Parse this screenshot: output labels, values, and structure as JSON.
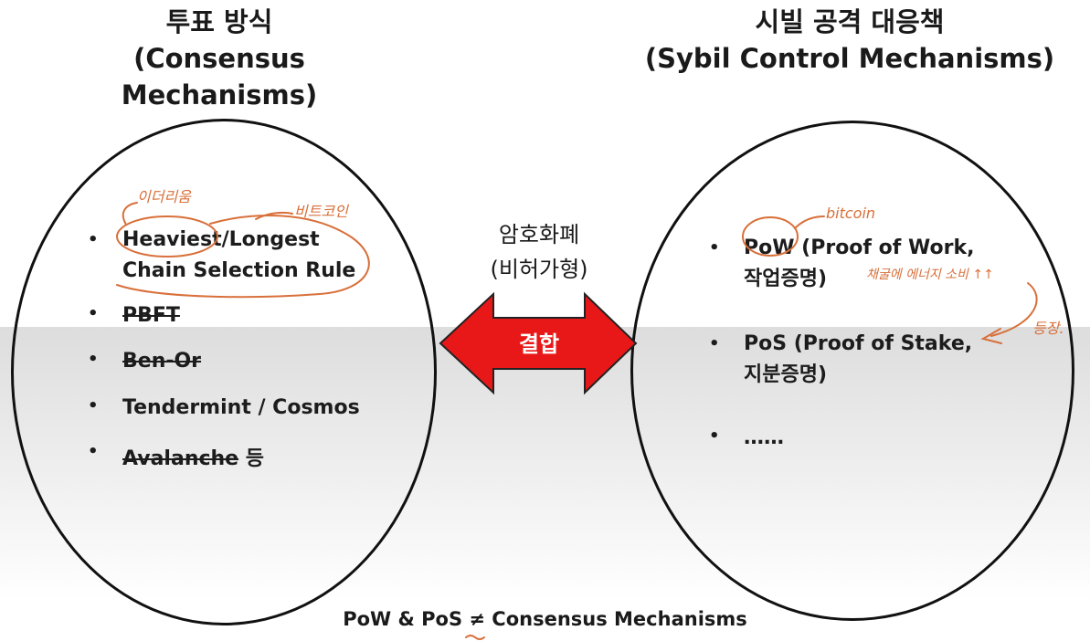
{
  "left_title": {
    "line1": "투표 방식",
    "line2": "(Consensus Mechanisms)"
  },
  "right_title": {
    "line1": "시빌 공격 대응책",
    "line2": "(Sybil Control Mechanisms)"
  },
  "left_items": {
    "heaviest_line1": "Heaviest/Longest",
    "heaviest_line2": "Chain Selection Rule",
    "pbft": "PBFT",
    "benor": "Ben-Or",
    "tendermint": "Tendermint / Cosmos",
    "avalanche": "Avalanche",
    "avalanche_suffix": " 등"
  },
  "right_items": {
    "pow_line1": "PoW (Proof of Work,",
    "pow_line2": "작업증명)",
    "pos_line1": "PoS (Proof of Stake,",
    "pos_line2": "지분증명)",
    "etc": "……"
  },
  "center": {
    "line1": "암호화폐",
    "line2": "(비허가형)",
    "arrow_label": "결합"
  },
  "annotations": {
    "ethereum": "이더리움",
    "bitcoin_kr": "비트코인",
    "bitcoin_en": "bitcoin",
    "energy_note": "채굴에 에너지 소비 ↑↑",
    "emerged": "등장."
  },
  "footer": "PoW & PoS ≠ Consensus Mechanisms",
  "bullet": "•",
  "colors": {
    "arrow": "#e81818",
    "annotation": "#d8703a",
    "outline": "#111111"
  }
}
